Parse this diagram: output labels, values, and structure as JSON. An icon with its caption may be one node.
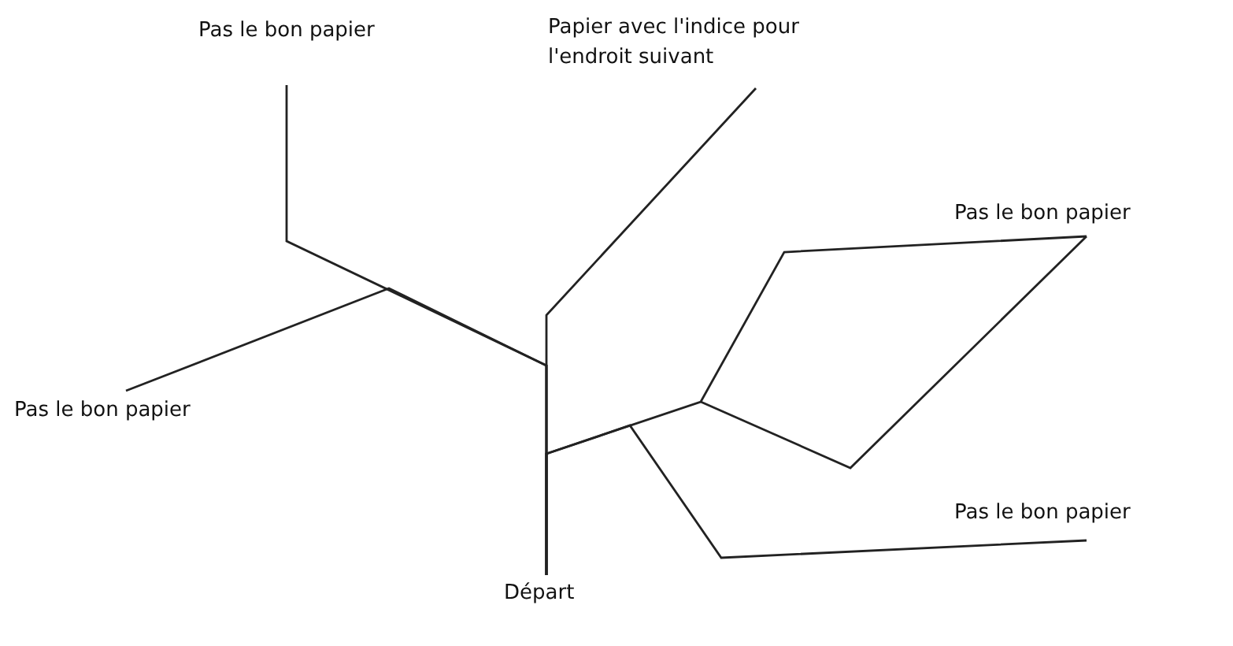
{
  "diagram": {
    "nodes": [
      {
        "text": [
          "Pas le bon papier"
        ]
      },
      {
        "text": [
          "Papier avec l'indice pour l'endroit suivant"
        ]
      },
      {
        "text": [
          "Pas le bon papier"
        ]
      },
      {
        "text": [
          "Pas le bon papier"
        ]
      },
      {
        "text": [
          "Pas le bon papier"
        ]
      },
      {
        "text": [
          "Départ"
        ]
      }
    ],
    "edges": [
      {
        "from": 5,
        "to": 0,
        "arrow": "none"
      },
      {
        "from": 5,
        "to": 1,
        "arrow": "none"
      },
      {
        "from": 5,
        "to": 3,
        "arrow": "none"
      },
      {
        "from": 5,
        "to": 2,
        "arrow": "none"
      },
      {
        "from": 5,
        "to": 4,
        "arrow": "none"
      }
    ]
  }
}
